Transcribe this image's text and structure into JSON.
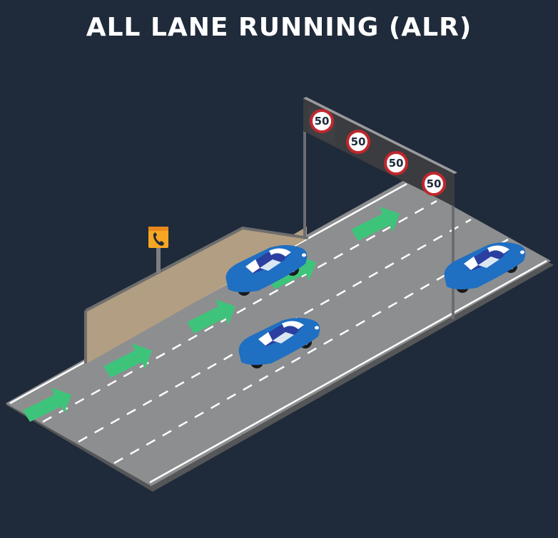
{
  "title": "ALL LANE RUNNING (ALR)",
  "gantry": {
    "signs": [
      {
        "speed_limit": "50"
      },
      {
        "speed_limit": "50"
      },
      {
        "speed_limit": "50"
      },
      {
        "speed_limit": "50"
      }
    ]
  },
  "icons": {
    "emergency_phone": "phone-icon",
    "lane_arrows": "arrow-right-icon",
    "vehicles": "car-icon"
  },
  "colors": {
    "background": "#1f2a3a",
    "road": "#8d8e90",
    "road_edge": "#555658",
    "arrow": "#3ec47a",
    "car_body": "#1f6fc2",
    "car_roof": "#2a3fa0",
    "barrier": "#b29e82",
    "sign_ring": "#c0272d",
    "phone_box": "#f5a623"
  }
}
